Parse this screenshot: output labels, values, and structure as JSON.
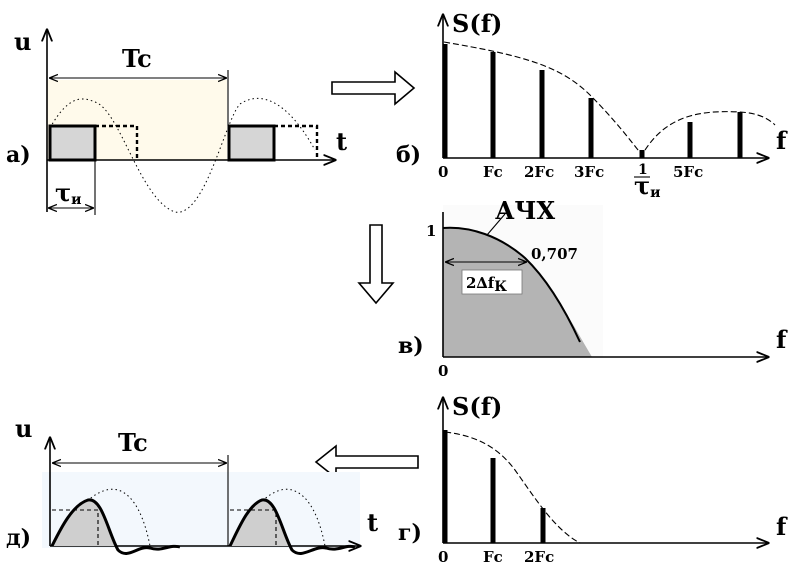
{
  "labels": {
    "u_top": "u",
    "u_bottom": "u",
    "Tc_top": "Tc",
    "Tc_bottom": "Tc",
    "t_top": "t",
    "t_bottom": "t",
    "tau": "τ",
    "tau_sub": "и",
    "panel_a": "а)",
    "panel_b": "б)",
    "panel_v": "в)",
    "panel_g": "г)",
    "panel_d": "д)",
    "S_top": "S(f)",
    "S_bottom": "S(f)",
    "f_b": "f",
    "f_v": "f",
    "f_g": "f",
    "ach": "АЧХ",
    "one": "1",
    "level": "0,707",
    "bw": "2∆f",
    "bw_sub": "К",
    "zero_v": "0"
  },
  "spectrum_b_ticks": [
    "0",
    "Fc",
    "2Fc",
    "3Fc",
    "1",
    "τ",
    "и",
    "5Fc"
  ],
  "spectrum_g_ticks": [
    "0",
    "Fc",
    "2Fc"
  ]
}
